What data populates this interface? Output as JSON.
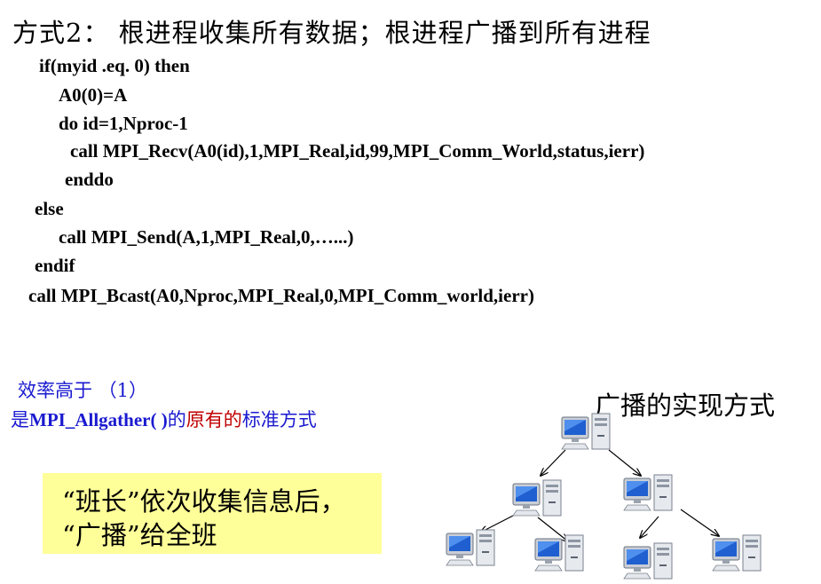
{
  "slide": {
    "title": "方式2： 根进程收集所有数据；根进程广播到所有进程"
  },
  "code": [
    "if(myid .eq. 0) then",
    "A0(0)=A",
    "do id=1,Nproc-1",
    "call MPI_Recv(A0(id),1,MPI_Real,id,99,MPI_Comm_World,status,ierr)",
    "enddo",
    "else",
    "call MPI_Send(A,1,MPI_Real,0,…...)",
    "endif",
    "call MPI_Bcast(A0,Nproc,MPI_Real,0,MPI_Comm_world,ierr)"
  ],
  "efficiency": {
    "line1": "效率高于 （1）",
    "prefix": "是",
    "func": "MPI_Allgather( )",
    "mid": "的",
    "highlight": "原有的",
    "suffix": "标准方式"
  },
  "callout": {
    "line1": "“班长”依次收集信息后，",
    "line2": "“广播”给全班"
  },
  "broadcast": {
    "title": "广播的实现方式",
    "node_icon": "computer-icon",
    "colors": {
      "screen": "#1f5fd0",
      "case": "#d8dde3",
      "callout_bg": "#ffff99",
      "blue_text": "#1a1ad0",
      "red_text": "#c00000"
    }
  }
}
